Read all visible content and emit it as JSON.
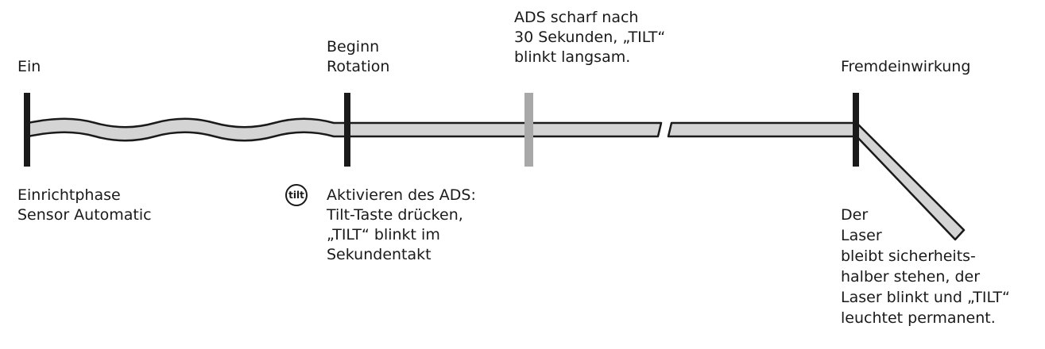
{
  "colors": {
    "ink": "#1a1a1a",
    "band_fill": "#d4d4d4",
    "ads_marker": "#a8a8a8"
  },
  "labels": {
    "ein": "Ein",
    "beginn_rotation": [
      "Beginn",
      "Rotation"
    ],
    "ads_scharf": [
      "ADS scharf nach",
      "30 Sekunden, „TILT“",
      "blinkt langsam."
    ],
    "fremdeinwirkung": "Fremdeinwirkung",
    "einrichtphase": [
      "Einrichtphase",
      "Sensor Automatic"
    ],
    "aktivieren": [
      "Aktivieren des ADS:",
      "Tilt-Taste drücken,",
      "„TILT“ blinkt im",
      "Sekundentakt"
    ],
    "der_laser": [
      "Der",
      "Laser",
      "bleibt sicherheits-",
      "halber stehen, der",
      "Laser blinkt und „TILT“",
      "leuchtet permanent."
    ]
  },
  "tilt_button": {
    "icon": "tilt-button-icon",
    "label": "tilt"
  }
}
